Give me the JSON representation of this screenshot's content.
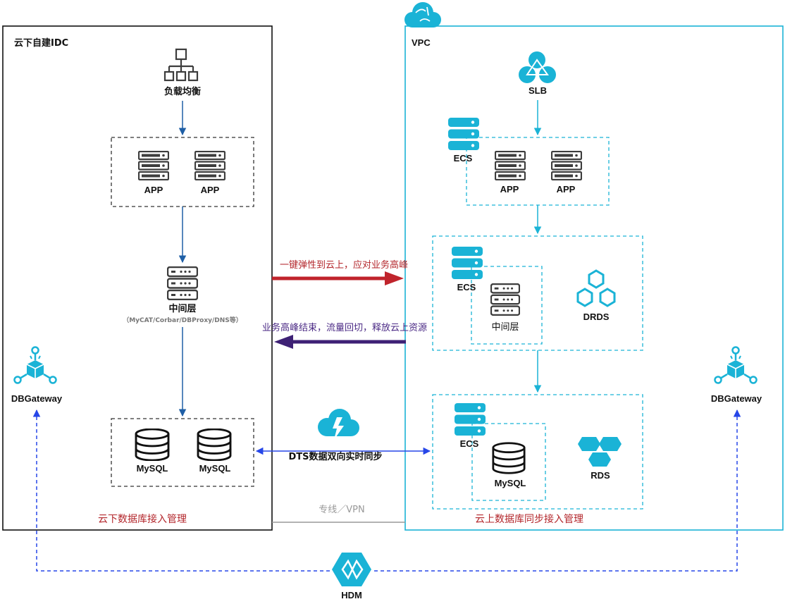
{
  "idc": {
    "title": "云下自建IDC",
    "load_balancer": "负载均衡",
    "app_1": "APP",
    "app_2": "APP",
    "middleware": "中间层",
    "middleware_detail": "（MyCAT/Corbar/DBProxy/DNS等）",
    "mysql_1": "MySQL",
    "mysql_2": "MySQL",
    "management": "云下数据库接入管理"
  },
  "vpc": {
    "title": "VPC",
    "slb": "SLB",
    "ecs_1": "ECS",
    "app_1": "APP",
    "app_2": "APP",
    "ecs_2": "ECS",
    "middleware": "中间层",
    "drds": "DRDS",
    "ecs_3": "ECS",
    "mysql": "MySQL",
    "rds": "RDS",
    "management": "云上数据库同步接入管理"
  },
  "links": {
    "scale_out": "一键弹性到云上，应对业务高峰",
    "scale_back": "业务高峰结束，流量回切，释放云上资源",
    "dts_sync": "DTS数据双向实时同步",
    "vpn": "专线／VPN"
  },
  "gateways": {
    "left": "DBGateway",
    "right": "DBGateway"
  },
  "hdm": "HDM",
  "colors": {
    "cyan": "#1ab3d6",
    "dark_icon": "#3d3d3d",
    "blue_arrow": "#1f5fa6",
    "red_arrow": "#c0242c",
    "purple_arrow": "#3e2175",
    "sync_blue": "#2646e8",
    "label_red": "#b3262b",
    "label_purple": "#4b2a85",
    "gray_line": "#999999"
  }
}
